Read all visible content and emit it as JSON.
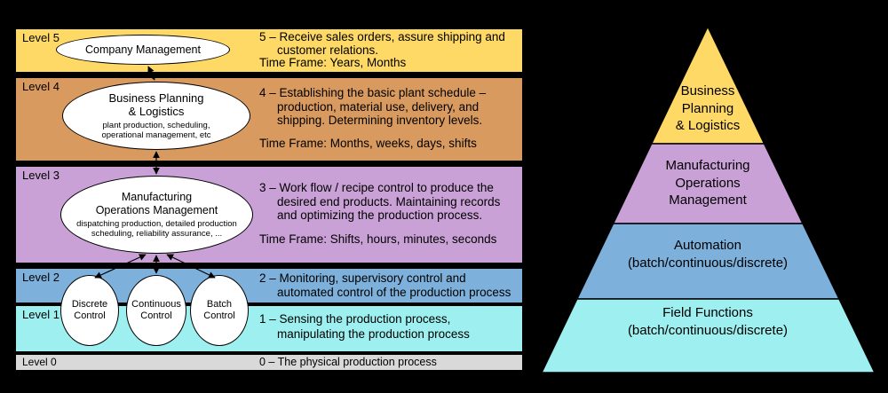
{
  "colors": {
    "background": "#000000",
    "level5": "#FFD966",
    "level4": "#D99A60",
    "level3": "#C9A1D6",
    "level2": "#7DB0DB",
    "level1": "#9EEFEF",
    "level0": "#D9D9D9",
    "ellipse_fill": "#FFFFFF",
    "line": "#000000"
  },
  "left_panel": {
    "level5": {
      "label": "Level 5",
      "ellipse": {
        "title": "Company Management"
      },
      "description": "5 – Receive sales orders, assure shipping and\ncustomer relations.",
      "timeframe": "Time Frame: Years, Months"
    },
    "level4": {
      "label": "Level 4",
      "ellipse": {
        "title": "Business Planning\n& Logistics",
        "subtitle": "plant production, scheduling,\noperational management, etc"
      },
      "description": "4 – Establishing the basic plant schedule –\nproduction, material use, delivery, and\nshipping. Determining inventory levels.",
      "timeframe": "Time Frame: Months, weeks, days, shifts"
    },
    "level3": {
      "label": "Level 3",
      "ellipse": {
        "title": "Manufacturing\nOperations Management",
        "subtitle": "dispatching production, detailed production\nscheduling, reliability assurance, ..."
      },
      "description": "3 – Work flow / recipe control to produce the\ndesired end products. Maintaining records\nand optimizing the production process.",
      "timeframe": "Time Frame: Shifts, hours, minutes, seconds"
    },
    "level2": {
      "label": "Level 2",
      "ellipses": {
        "discrete": "Discrete\nControl",
        "continuous": "Continuous\nControl",
        "batch": "Batch\nControl"
      },
      "description": "2 – Monitoring, supervisory control and\nautomated control of the production process"
    },
    "level1": {
      "label": "Level 1",
      "description": "1 – Sensing the production process,\nmanipulating the production process"
    },
    "level0": {
      "label": "Level 0",
      "description": "0 – The physical production process"
    }
  },
  "pyramid": {
    "segments": [
      {
        "label": "Business\nPlanning\n& Logistics",
        "color": "#FFD966"
      },
      {
        "label": "Manufacturing\nOperations\nManagement",
        "color": "#C9A1D6"
      },
      {
        "label": "Automation\n(batch/continuous/discrete)",
        "color": "#7DB0DB"
      },
      {
        "label": "Field Functions\n(batch/continuous/discrete)",
        "color": "#9EEFEF"
      }
    ]
  }
}
